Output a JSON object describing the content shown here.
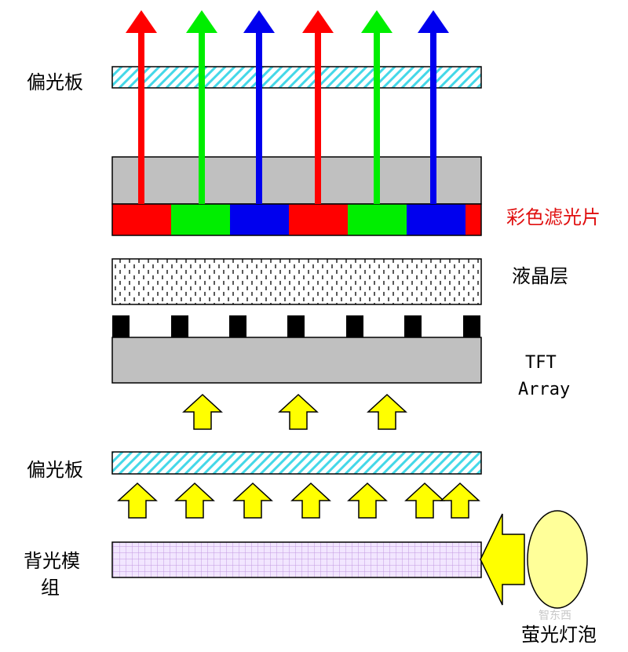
{
  "labels": {
    "polarizer_top": "偏光板",
    "color_filter": "彩色滤光片",
    "liquid_crystal": "液晶层",
    "tft_line1": "TFT",
    "tft_line2": "Array",
    "polarizer_bottom": "偏光板",
    "backlight_line1": "背光模",
    "backlight_line2": "组",
    "lamp": "萤光灯泡"
  },
  "watermark": "智东西",
  "colors": {
    "red": "#ff0000",
    "green": "#00ee00",
    "blue": "#0000ee",
    "label_red": "#e01010",
    "polarizer_fill": "#ffffff",
    "polarizer_hatch": "#44d8e8",
    "glass_gray": "#c0c0c0",
    "backlight_fill": "#f2e6ff",
    "backlight_grid": "#c39ae0",
    "yellow_arrow": "#ffff00",
    "lamp_fill": "#ffff99",
    "black": "#000000"
  },
  "color_filter_sequence": [
    "red",
    "green",
    "blue",
    "red",
    "green",
    "blue",
    "red"
  ],
  "light_beams": [
    "red",
    "green",
    "blue",
    "red",
    "green",
    "blue"
  ]
}
